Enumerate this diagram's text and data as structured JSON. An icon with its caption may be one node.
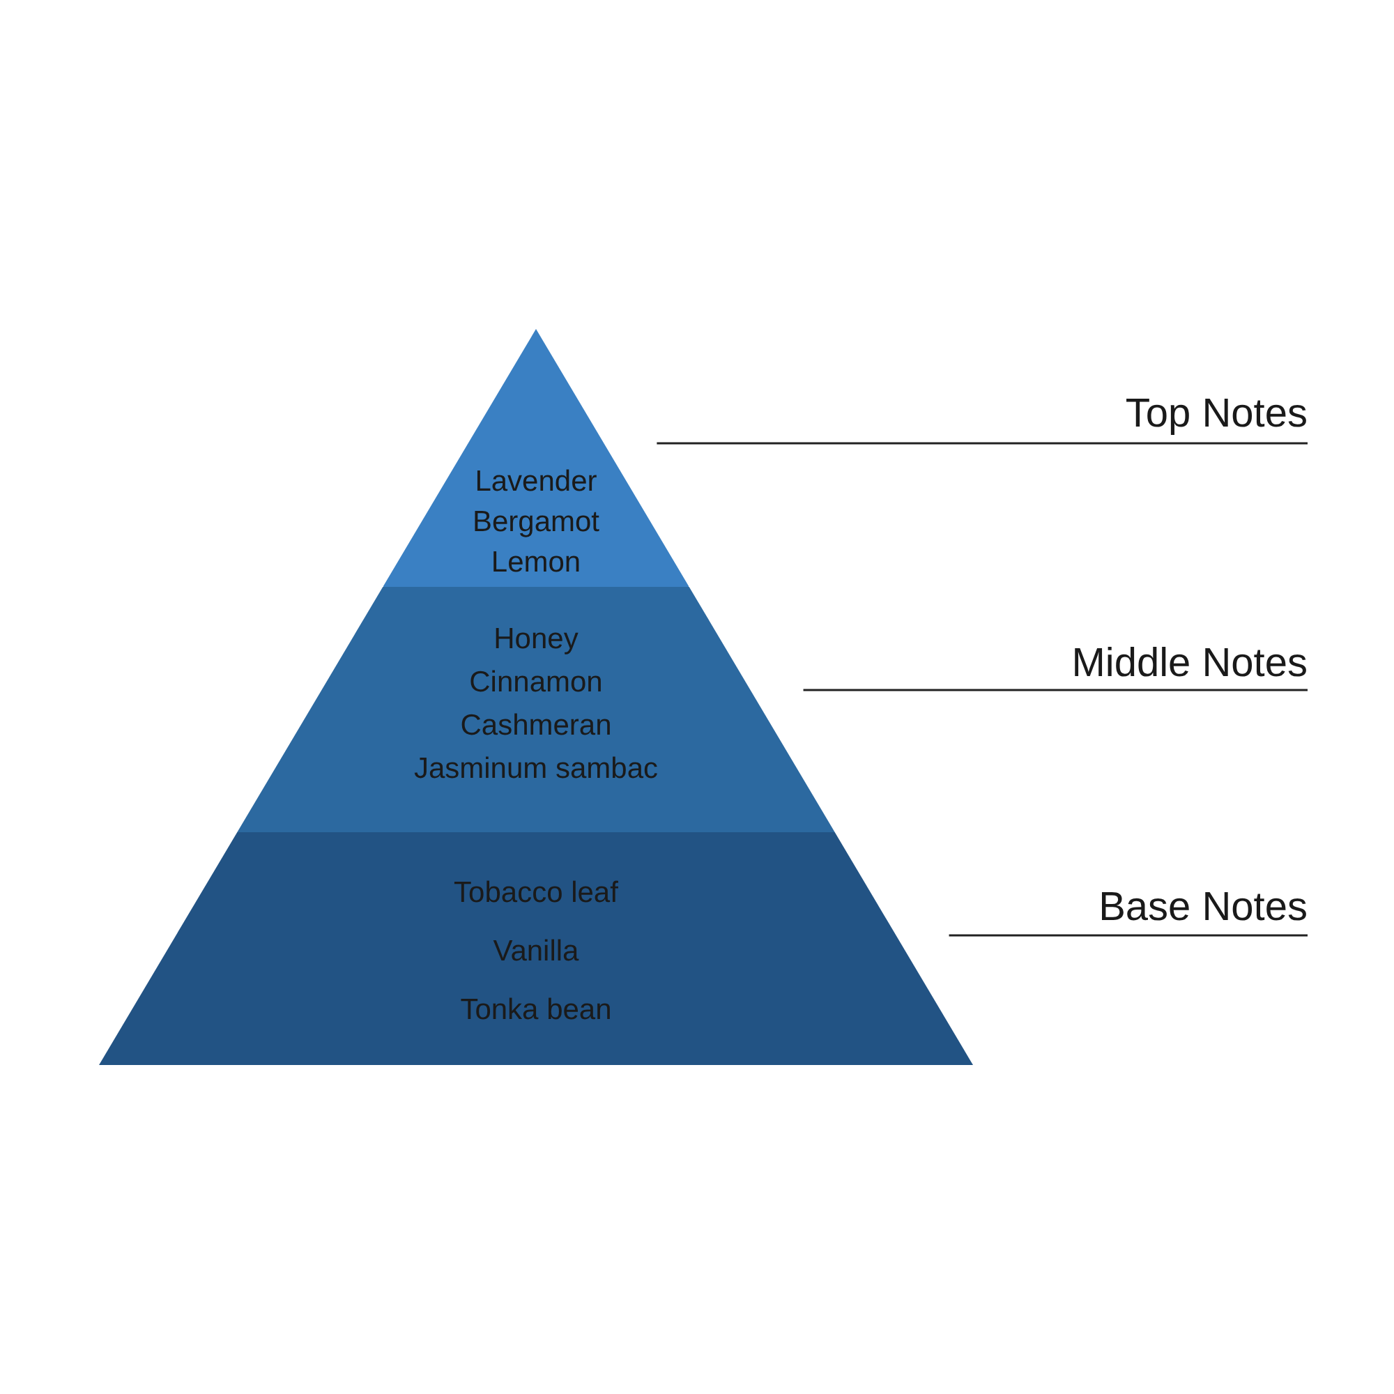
{
  "diagram": {
    "nodes": [
      {
        "text": [
          "Lavender",
          "Bergamot",
          "Lemon"
        ]
      },
      {
        "text": [
          "Honey",
          "Cinnamon",
          "Cashmeran",
          "Jasminum sambac"
        ]
      },
      {
        "text": [
          "Tobacco leaf",
          "Vanilla",
          "Tonka bean"
        ]
      },
      {
        "text": [
          "Top Notes"
        ]
      },
      {
        "text": [
          "Middle Notes"
        ]
      },
      {
        "text": [
          "Base Notes"
        ]
      }
    ],
    "edges": [
      {
        "from": 3,
        "to": 0,
        "arrow": "none"
      },
      {
        "from": 4,
        "to": 1,
        "arrow": "none"
      },
      {
        "from": 5,
        "to": 2,
        "arrow": "none"
      }
    ]
  }
}
